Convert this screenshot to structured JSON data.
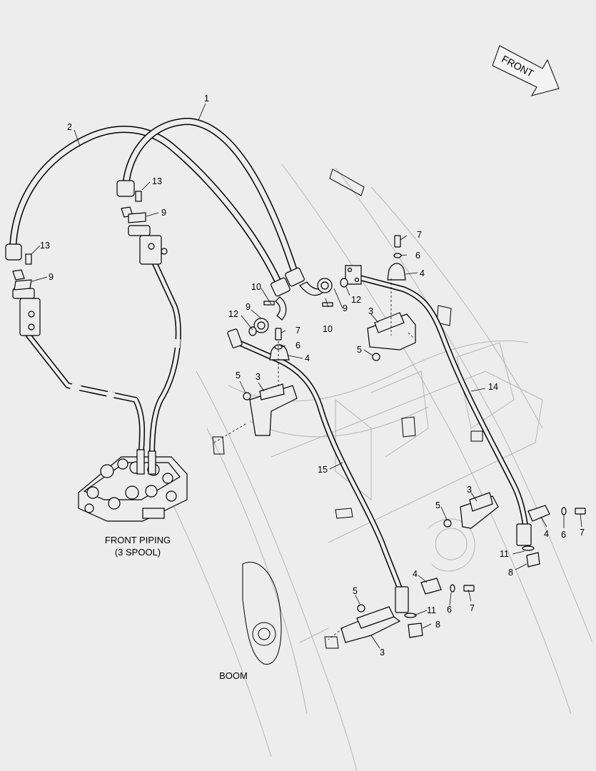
{
  "front_arrow": {
    "label": "FRONT"
  },
  "captions": {
    "front_piping_line1": "FRONT PIPING",
    "front_piping_line2": "(3 SPOOL)",
    "boom": "BOOM"
  },
  "callouts": {
    "c1": "1",
    "c2": "2",
    "c13a": "13",
    "c13b": "13",
    "c9a": "9",
    "c9b": "9",
    "c9c": "9",
    "c9d": "9",
    "c10a": "10",
    "c10b": "10",
    "c12a": "12",
    "c12b": "12",
    "c7a": "7",
    "c7b": "7",
    "c7c": "7",
    "c7d": "7",
    "c6a": "6",
    "c6b": "6",
    "c6c": "6",
    "c6d": "6",
    "c4a": "4",
    "c4b": "4",
    "c4c": "4",
    "c4d": "4",
    "c3a": "3",
    "c3b": "3",
    "c3c": "3",
    "c3d": "3",
    "c5a": "5",
    "c5b": "5",
    "c5c": "5",
    "c5d": "5",
    "c14": "14",
    "c15": "15",
    "c11a": "11",
    "c11b": "11",
    "c8a": "8",
    "c8b": "8"
  }
}
